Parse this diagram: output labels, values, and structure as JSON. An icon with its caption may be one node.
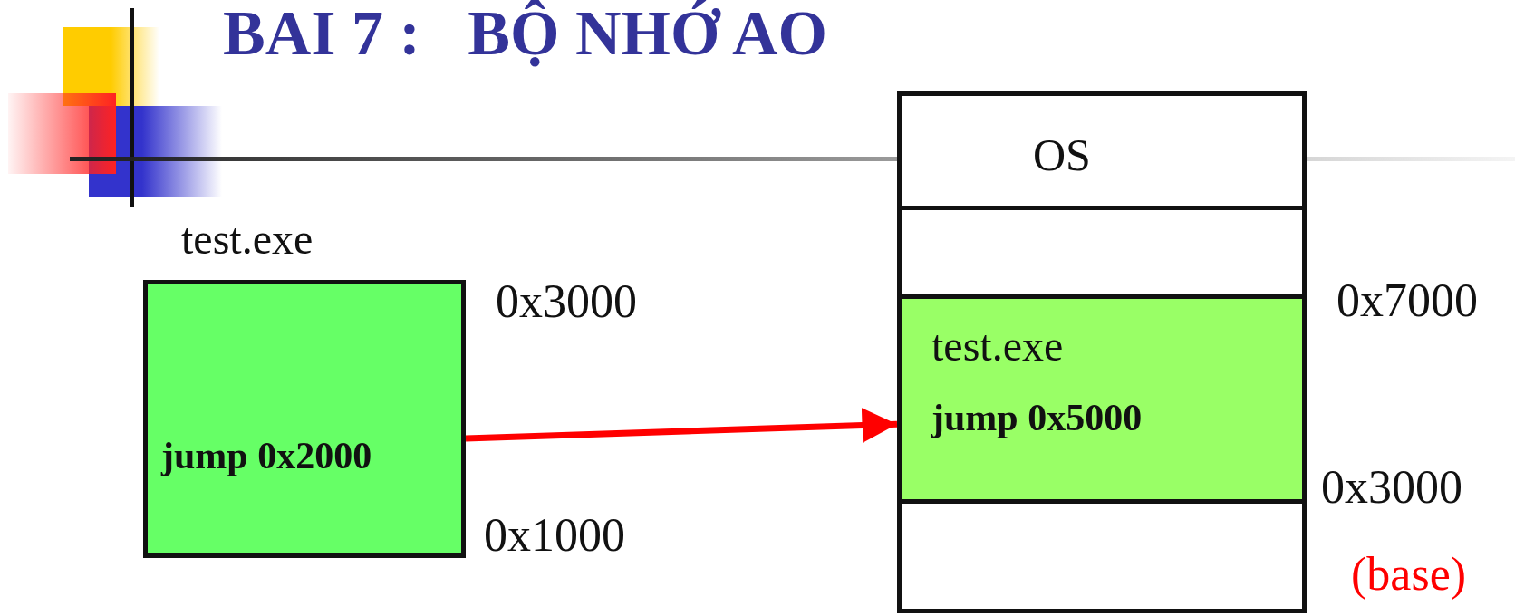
{
  "diagram": {
    "title": "BAI 7 :   BỘ NHỚ AO",
    "nodes": [
      {
        "text": [
          "test.exe",
          "jump 0x2000"
        ],
        "beside": [
          "0x3000",
          "0x1000"
        ]
      },
      {
        "text": [
          "OS"
        ]
      },
      {
        "text": [],
        "shape": "box"
      },
      {
        "text": [
          "test.exe",
          "jump 0x5000"
        ]
      },
      {
        "text": [],
        "shape": "box"
      }
    ],
    "edges": [
      {
        "from": 0,
        "to": 3,
        "arrow": "to",
        "color": "#ff0000"
      }
    ],
    "labels": [
      "0x7000",
      "0x3000",
      "(base)"
    ]
  }
}
